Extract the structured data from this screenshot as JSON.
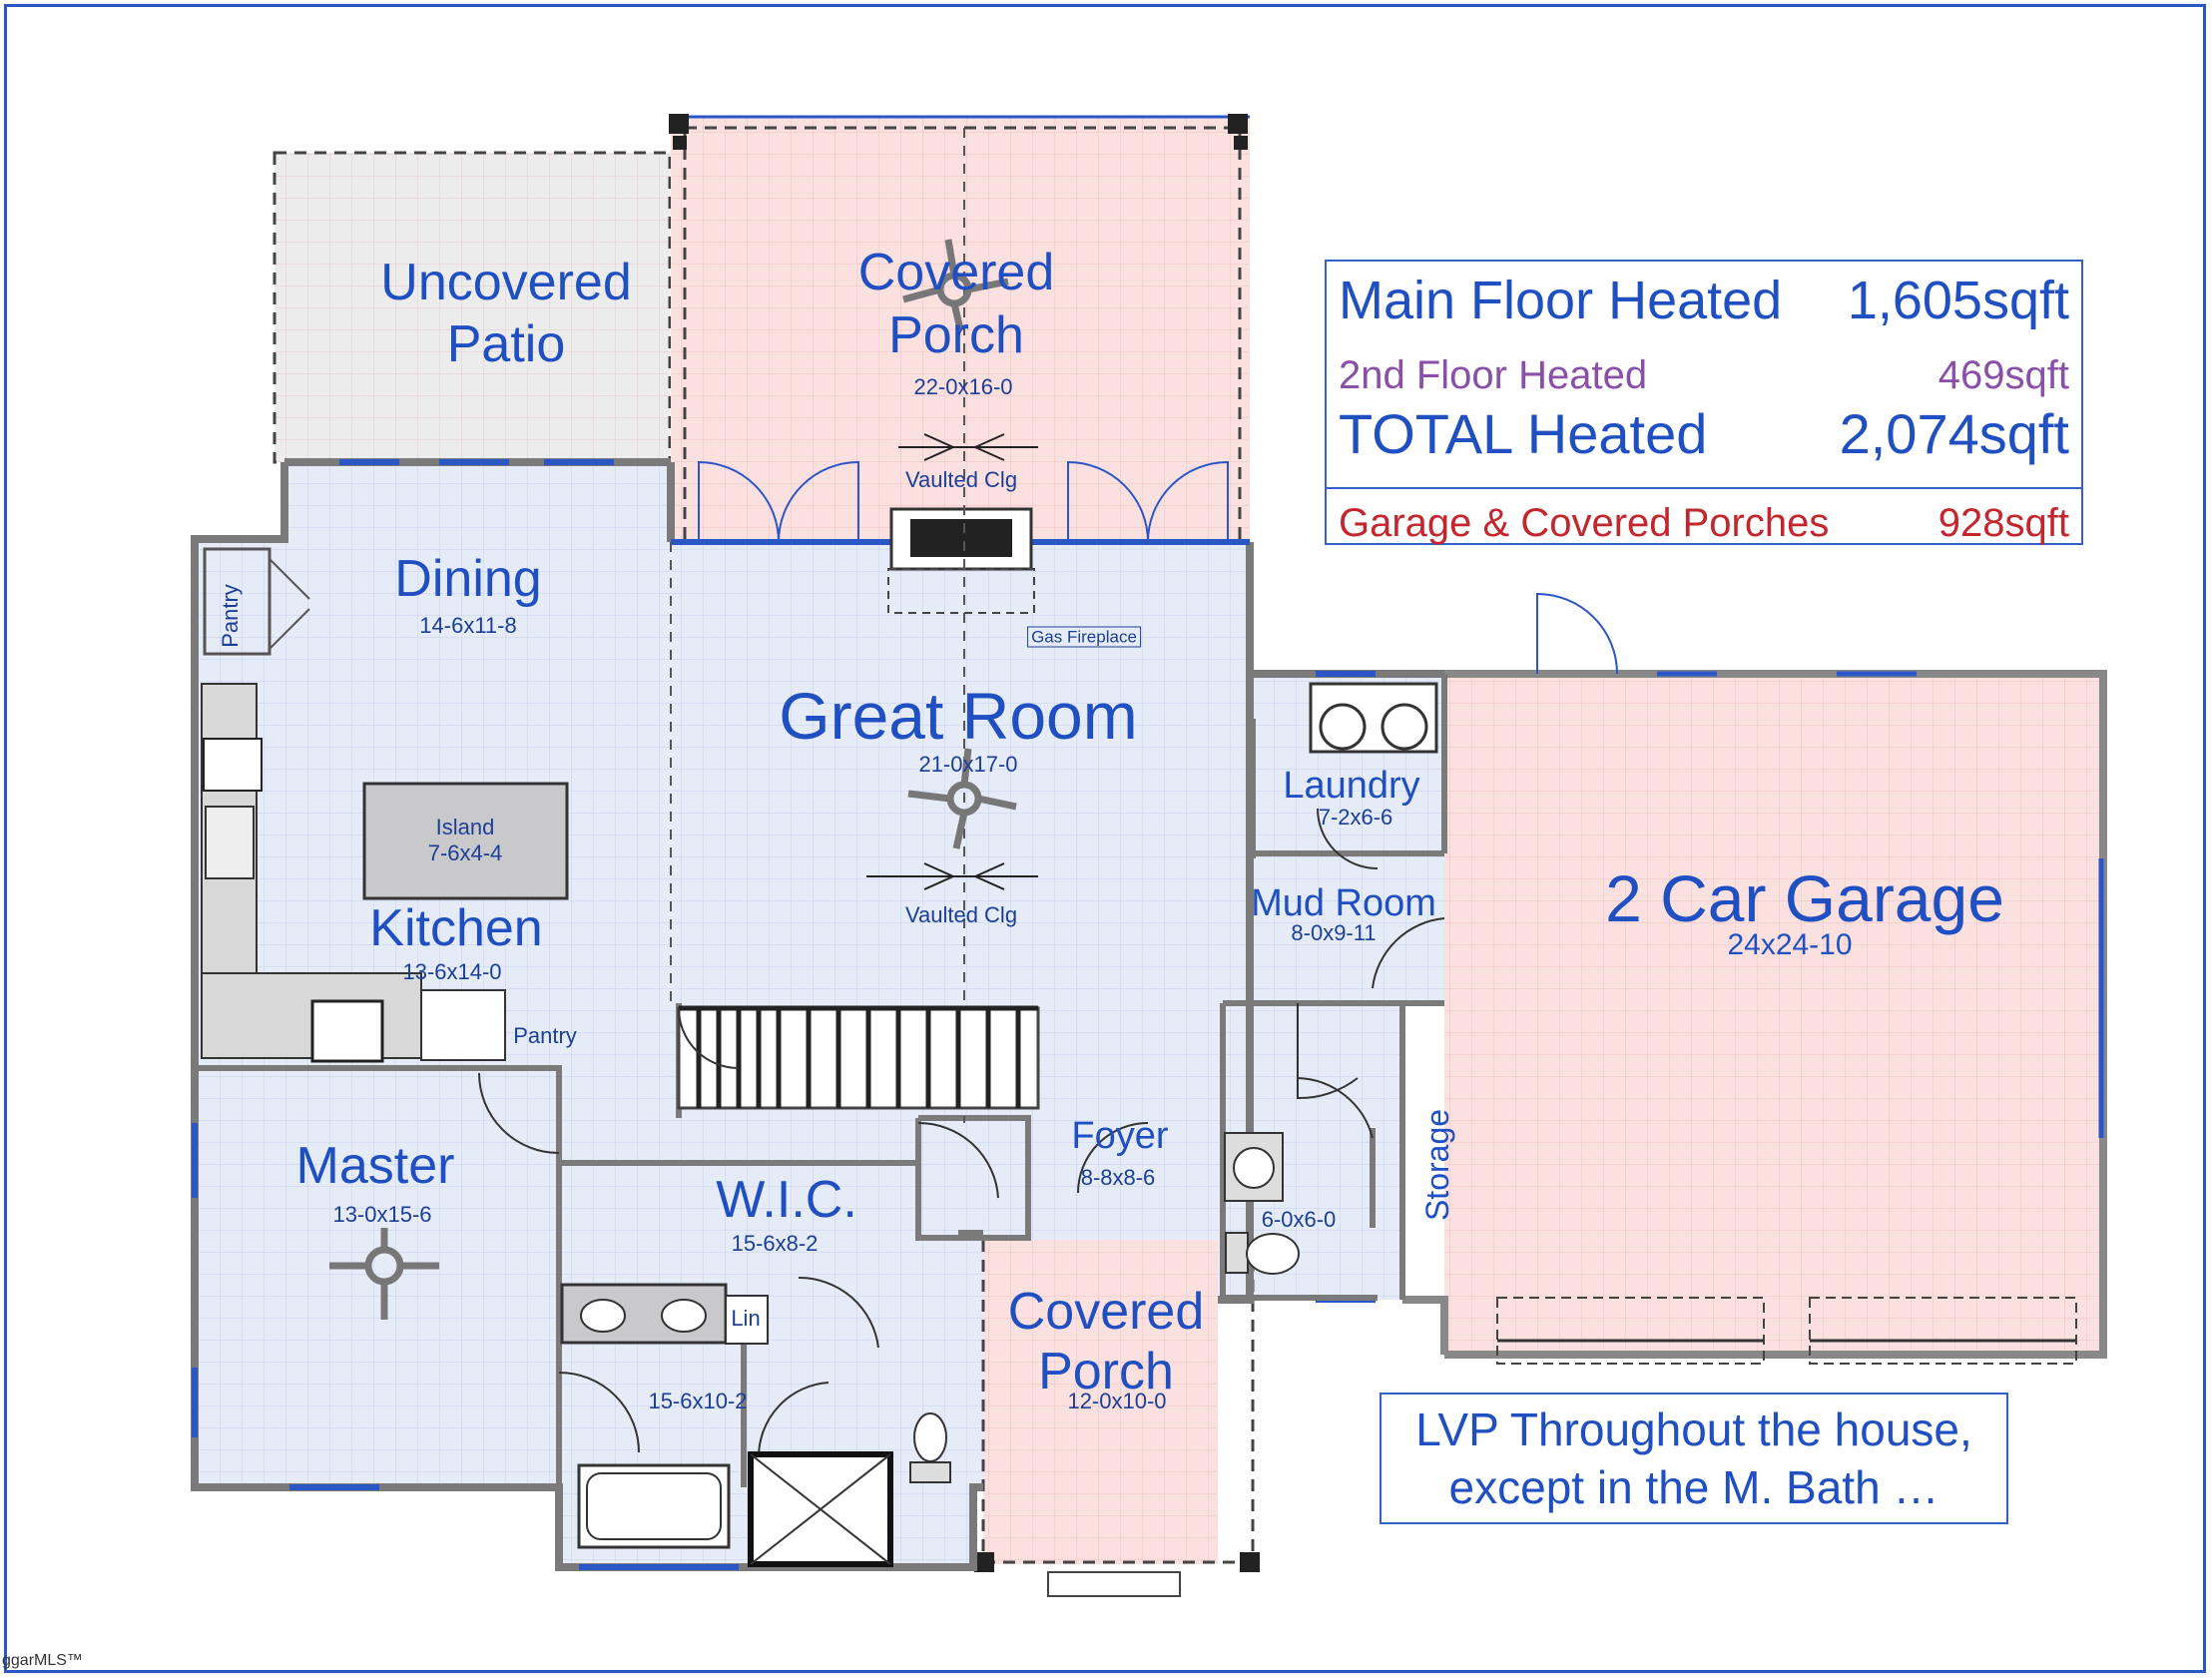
{
  "rooms": {
    "uncovered_patio": {
      "line1": "Uncovered",
      "line2": "Patio"
    },
    "covered_porch_rear": {
      "line1": "Covered",
      "line2": "Porch",
      "dims": "22-0x16-0"
    },
    "vaulted_clg_1": "Vaulted Clg",
    "gas_fireplace": "Gas Fireplace",
    "dining": {
      "name": "Dining",
      "dims": "14-6x11-8"
    },
    "pantry_side": "Pantry",
    "great_room": {
      "name": "Great Room",
      "dims": "21-0x17-0"
    },
    "vaulted_clg_2": "Vaulted Clg",
    "island": {
      "name": "Island",
      "dims": "7-6x4-4"
    },
    "kitchen": {
      "name": "Kitchen",
      "dims": "13-6x14-0"
    },
    "pantry_kitchen": "Pantry",
    "laundry": {
      "name": "Laundry",
      "dims": "7-2x6-6"
    },
    "mud_room": {
      "name": "Mud Room",
      "dims": "8-0x9-11"
    },
    "garage": {
      "name": "2 Car Garage",
      "dims": "24x24-10"
    },
    "master": {
      "name": "Master",
      "dims": "13-0x15-6"
    },
    "wic": {
      "name": "W.I.C.",
      "dims": "15-6x8-2"
    },
    "foyer": {
      "name": "Foyer",
      "dims": "8-8x8-6"
    },
    "half_bath": {
      "dims": "6-0x6-0"
    },
    "storage": "Storage",
    "lin": "Lin",
    "master_bath": {
      "dims": "15-6x10-2"
    },
    "covered_porch_front": {
      "line1": "Covered",
      "line2": "Porch",
      "dims": "12-0x10-0"
    }
  },
  "sqft_table": {
    "rows": [
      {
        "label": "Main Floor Heated",
        "value": "1,605sqft"
      },
      {
        "label": "2nd Floor Heated",
        "value": "469sqft"
      },
      {
        "label": "TOTAL Heated",
        "value": "2,074sqft"
      },
      {
        "label": "Garage & Covered Porches",
        "value": "928sqft"
      }
    ]
  },
  "note": {
    "line1": "LVP Throughout the house,",
    "line2": "except in the M. Bath …"
  },
  "watermark": "ggarMLS™",
  "colors": {
    "wall": "#7a7a7a",
    "heated_fill": "#e6ebf8",
    "porch_fill": "#fbe0e0",
    "patio_fill": "#ececec",
    "label_blue": "#1f4fc0",
    "accent_red": "#c4262e",
    "accent_purple": "#8a4fa8"
  }
}
